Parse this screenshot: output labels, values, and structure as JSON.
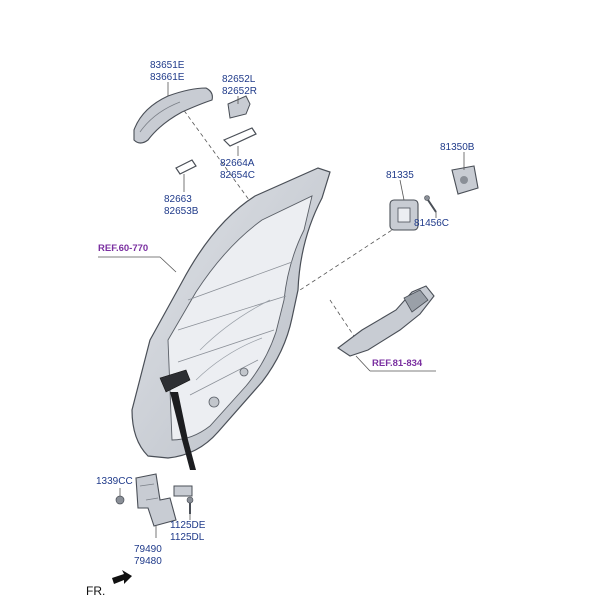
{
  "colors": {
    "part_label": "#1f3a8a",
    "ref_label": "#7a2fa0",
    "leader": "#555555",
    "part_fill": "#c8ccd3",
    "part_stroke": "#4a4f57"
  },
  "parts": {
    "handle_outer": [
      "83651E",
      "83661E"
    ],
    "handle_cover": [
      "82652L",
      "82652R"
    ],
    "handle_gasket": [
      "82664A",
      "82654C"
    ],
    "handle_pad": [
      "82663",
      "82653B"
    ],
    "striker": "81335",
    "latch_cover": "81350B",
    "screw_latch": "81456C",
    "bolt_hinge": "1339CC",
    "bolt_hinge_lower": [
      "1125DE",
      "1125DL"
    ],
    "hinge": [
      "79490",
      "79480"
    ]
  },
  "refs": {
    "door_panel": "REF.60-770",
    "latch_rod": "REF.81-834"
  },
  "direction": {
    "label": "FR.",
    "icon": "arrow-icon"
  }
}
